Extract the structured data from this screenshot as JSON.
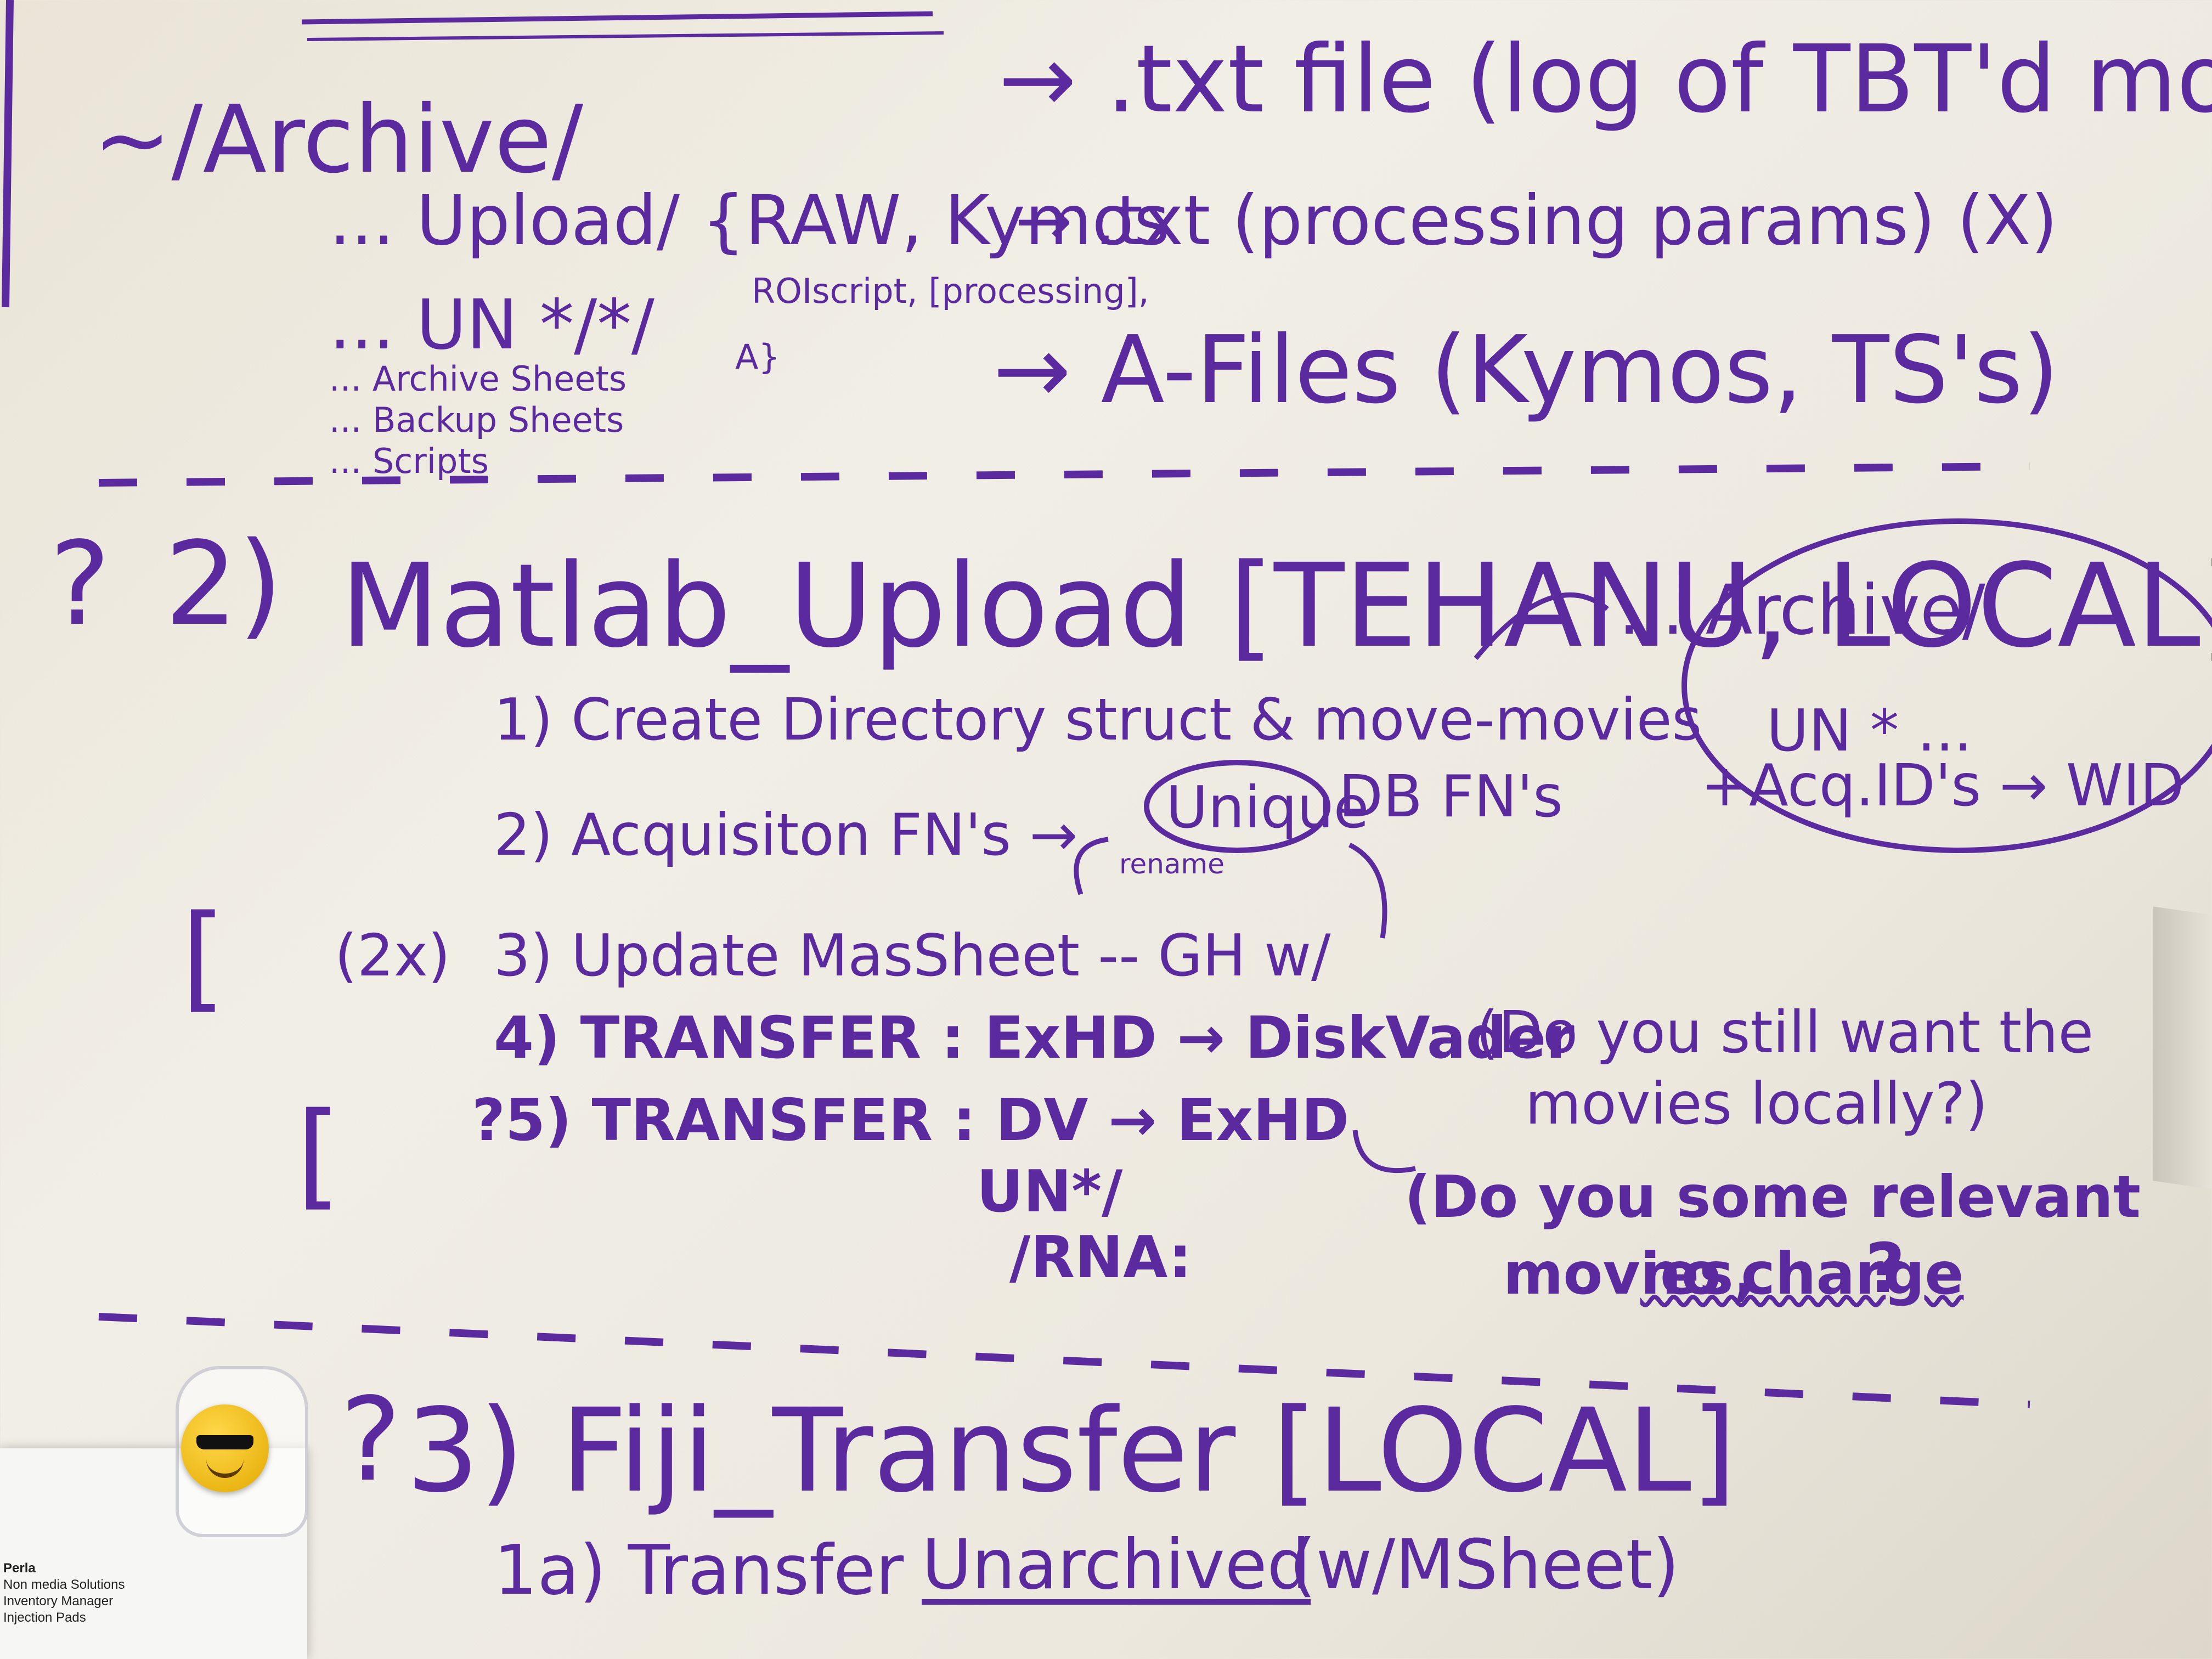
{
  "board": {
    "l1": "~/Archive/",
    "l2": "→ .txt file (log of TBT'd movi",
    "l3": "... Upload/ {RAW, Kymos",
    "l4": "ROIscript, [processing],",
    "l5": "... UN */*/",
    "l6": "→ .txt (processing params) (X)",
    "l7": "... Archive Sheets",
    "l8": "... Backup Sheets",
    "l9": "... Scripts",
    "l10": "A}",
    "l11": "→ A-Files (Kymos, TS's)",
    "s2_q": "?",
    "s2_num": "2)",
    "s2_title": "Matlab_Upload [TEHANU, LOCAL]",
    "s2_archive": "... Archive/",
    "s2_archive2": "UN * ...",
    "s2_archive3": "+Acq.ID's → WID",
    "s2_i1": "1) Create Directory struct & move-movies",
    "s2_i2": "2) Acquisiton FN's →",
    "s2_unique": "Unique",
    "s2_dbfn": "DB FN's",
    "s2_rename": "rename",
    "s2_bracket1": "[",
    "s2_2x": "(2x)",
    "s2_i3": "3) Update MasSheet -- GH w/",
    "s2_i4": "4) TRANSFER : ExHD → DiskVader",
    "s2_q4": "(Do you still want the",
    "s2_q4b": "movies locally?)",
    "s2_bracket2": "[",
    "s2_i5": "?5) TRANSFER : DV → ExHD",
    "s2_un": "UN*/",
    "s2_rna": "/RNA:",
    "s2_q5": "(Do you some relevant",
    "s2_q5b": "movies,",
    "s2_q5c": "no charge",
    "s2_q5d": "?",
    "s3_q": "?",
    "s3_title": "3) Fiji_Transfer [LOCAL]",
    "s3_i1": "1a) Transfer",
    "s3_unarch": "Unarchived",
    "s3_w": "(w/MSheet)"
  },
  "note": {
    "line1": "Perla",
    "line2": "Non media Solutions",
    "line3": "Inventory Manager",
    "line4": "Injection Pads"
  },
  "colors": {
    "ink": "#5b2a9e",
    "board": "#ece8de"
  }
}
